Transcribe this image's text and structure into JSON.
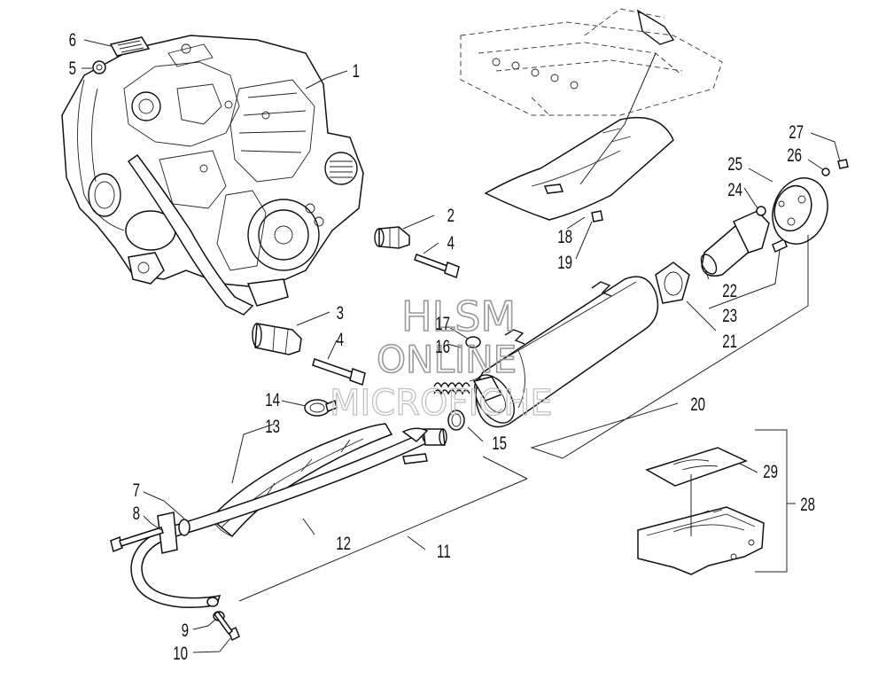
{
  "callouts": {
    "c1": "1",
    "c2": "2",
    "c3": "3",
    "c4a": "4",
    "c4b": "4",
    "c5": "5",
    "c6": "6",
    "c7": "7",
    "c8": "8",
    "c9": "9",
    "c10": "10",
    "c11": "11",
    "c12": "12",
    "c13": "13",
    "c14": "14",
    "c15": "15",
    "c16": "16",
    "c17": "17",
    "c18": "18",
    "c19": "19",
    "c20": "20",
    "c21": "21",
    "c22": "22",
    "c23": "23",
    "c24": "24",
    "c25": "25",
    "c26": "26",
    "c27": "27",
    "c28": "28",
    "c29": "29"
  },
  "watermark": {
    "line1": "HLSM",
    "line2": "ONLINE",
    "line3": "MICROFICHE"
  }
}
